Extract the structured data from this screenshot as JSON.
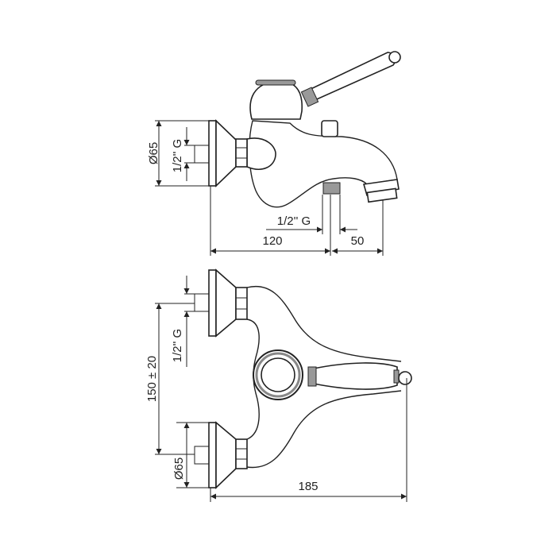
{
  "side_view": {
    "flange_diameter": "Ø65",
    "inlet_thread": "1/2'' G",
    "outlet_thread": "1/2'' G",
    "length_to_outlet": "120",
    "outlet_offset": "50"
  },
  "top_view": {
    "inlet_spacing": "150 ± 20",
    "inlet_thread": "1/2'' G",
    "flange_diameter": "Ø65",
    "total_length": "185"
  }
}
